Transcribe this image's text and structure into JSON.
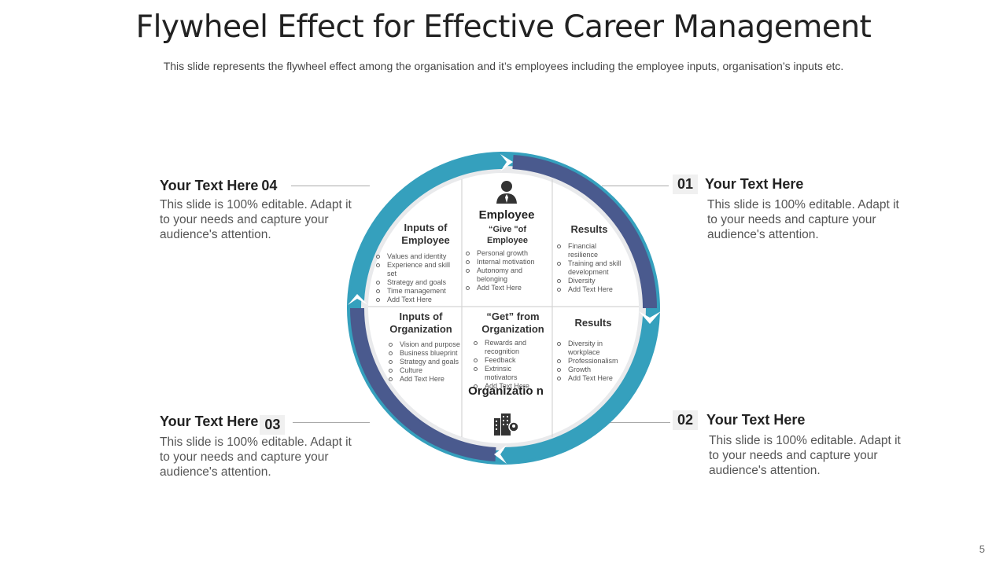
{
  "title": "Flywheel Effect for Effective Career Management",
  "subtitle": "This slide represents the flywheel effect among the organisation and it’s employees including the employee inputs, organisation’s inputs etc.",
  "callouts": [
    {
      "num": "01",
      "heading": "Your Text Here",
      "body": "This slide is 100% editable. Adapt it to your needs and capture your audience's attention."
    },
    {
      "num": "02",
      "heading": "Your Text Here",
      "body": "This slide is 100% editable. Adapt it to your needs and capture your audience's attention."
    },
    {
      "num": "03",
      "heading": "Your Text Here",
      "body": "This slide is 100% editable. Adapt it to your needs and capture your audience's attention."
    },
    {
      "num": "04",
      "heading": "Your Text Here",
      "body": "This slide is 100% editable. Adapt it to your needs and capture your audience's attention."
    }
  ],
  "wheel": {
    "employee_label": "Employee",
    "organization_label": "Organizatio n",
    "cells": {
      "inputs_employee": {
        "heading": "Inputs of Employee",
        "items": [
          "Values and identity",
          "Experience and skill set",
          "Strategy and goals",
          "Time management",
          "Add Text Here"
        ]
      },
      "give_employee": {
        "heading": "“Give \"of Employee",
        "items": [
          "Personal growth",
          "Internal motivation",
          "Autonomy and belonging",
          "Add Text Here"
        ]
      },
      "results_top": {
        "heading": "Results",
        "items": [
          "Financial resilience",
          "Training and skill development",
          "Diversity",
          "Add Text Here"
        ]
      },
      "inputs_org": {
        "heading": "Inputs of Organization",
        "items": [
          "Vision and purpose",
          "Business blueprint",
          "Strategy and goals",
          "Culture",
          "Add Text Here"
        ]
      },
      "get_org": {
        "heading": "“Get” from Organization",
        "items": [
          "Rewards and recognition",
          "Feedback",
          "Extrinsic motivators",
          "Add Text Here"
        ]
      },
      "results_bottom": {
        "heading": "Results",
        "items": [
          "Diversity in workplace",
          "Professionalism",
          "Growth",
          "Add Text Here"
        ]
      }
    }
  },
  "colors": {
    "teal": "#35a0bd",
    "navy": "#4a5a8e"
  },
  "icons": [
    "employee-icon",
    "organization-building-icon"
  ],
  "page_number": "5"
}
